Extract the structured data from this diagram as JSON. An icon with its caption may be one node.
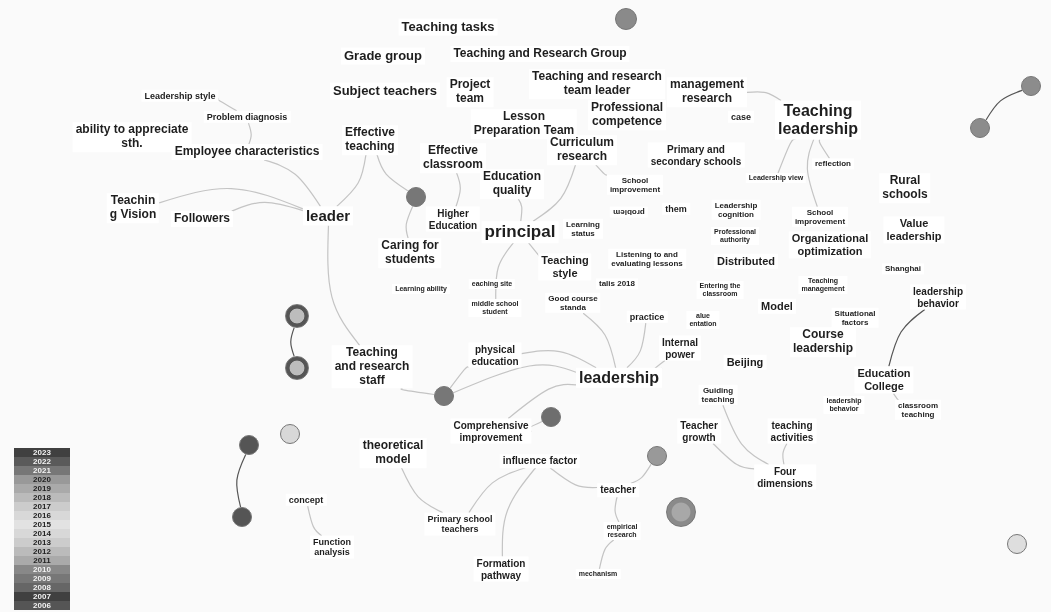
{
  "diagram": {
    "nodes": [
      {
        "text": [
          "Teaching tasks"
        ]
      },
      {
        "text": [
          "Grade group"
        ]
      },
      {
        "text": [
          "Teaching and Research Group"
        ]
      },
      {
        "text": [
          "Subject teachers"
        ]
      },
      {
        "text": [
          "Project team"
        ]
      },
      {
        "text": [
          "Teaching and research team leader"
        ]
      },
      {
        "text": [
          "management research"
        ]
      },
      {
        "text": [
          "Leadership style"
        ]
      },
      {
        "text": [
          "Problem diagnosis"
        ]
      },
      {
        "text": [
          "ability to appreciate sth."
        ]
      },
      {
        "text": [
          "Employee characteristics"
        ]
      },
      {
        "text": [
          "Lesson Preparation Team"
        ]
      },
      {
        "text": [
          "Professional competence"
        ]
      },
      {
        "text": [
          "case"
        ]
      },
      {
        "text": [
          "Teaching leadership"
        ]
      },
      {
        "text": [
          "Effective teaching"
        ]
      },
      {
        "text": [
          "Effective classroom"
        ]
      },
      {
        "text": [
          "Curriculum research"
        ]
      },
      {
        "text": [
          "Primary and secondary schools"
        ]
      },
      {
        "text": [
          "reflection"
        ]
      },
      {
        "text": [
          "Education quality"
        ]
      },
      {
        "text": [
          "School improvement"
        ]
      },
      {
        "text": [
          "Leadership view"
        ]
      },
      {
        "text": [
          "Rural schools"
        ]
      },
      {
        "text": [
          "Teachin g Vision"
        ]
      },
      {
        "text": [
          "Followers"
        ]
      },
      {
        "text": [
          "leader"
        ]
      },
      {
        "text": [
          "Higher Education"
        ]
      },
      {
        "text": [
          "principal"
        ]
      },
      {
        "text": [
          "problem"
        ]
      },
      {
        "text": [
          "them"
        ]
      },
      {
        "text": [
          "Leadership cognition"
        ]
      },
      {
        "text": [
          "School improvement"
        ]
      },
      {
        "text": [
          "Learning status"
        ]
      },
      {
        "text": [
          "Professional authority"
        ]
      },
      {
        "text": [
          "Value leadership"
        ]
      },
      {
        "text": [
          "Organizational optimization"
        ]
      },
      {
        "text": [
          "Caring for students"
        ]
      },
      {
        "text": [
          "Teaching style"
        ]
      },
      {
        "text": [
          "Listening to and evaluating lessons"
        ]
      },
      {
        "text": [
          "Distributed"
        ]
      },
      {
        "text": [
          "Shanghai"
        ]
      },
      {
        "text": [
          "Learning ability"
        ]
      },
      {
        "text": [
          "eaching site"
        ]
      },
      {
        "text": [
          "talis 2018"
        ]
      },
      {
        "text": [
          "Good course standa"
        ]
      },
      {
        "text": [
          "Entering the classroom"
        ]
      },
      {
        "text": [
          "Teaching management"
        ]
      },
      {
        "text": [
          "leadership behavior"
        ]
      },
      {
        "text": [
          "middle school student"
        ]
      },
      {
        "text": [
          "practice"
        ]
      },
      {
        "text": [
          "alue entation"
        ]
      },
      {
        "text": [
          "Model"
        ]
      },
      {
        "text": [
          "Situational factors"
        ]
      },
      {
        "text": [
          "Course leadership"
        ]
      },
      {
        "text": [
          "Internal power"
        ]
      },
      {
        "text": [
          "Teaching and research staff"
        ]
      },
      {
        "text": [
          "physical education"
        ]
      },
      {
        "text": [
          "leadership"
        ]
      },
      {
        "text": [
          "Beijing"
        ]
      },
      {
        "text": [
          "Education College"
        ]
      },
      {
        "text": [
          "Guiding teaching"
        ]
      },
      {
        "text": [
          "leadership behavior"
        ]
      },
      {
        "text": [
          "classroom teaching"
        ]
      },
      {
        "text": [
          "Comprehensive improvement"
        ]
      },
      {
        "text": [
          "Teacher growth"
        ]
      },
      {
        "text": [
          "teaching activities"
        ]
      },
      {
        "text": [
          "theoretical model"
        ]
      },
      {
        "text": [
          "influence factor"
        ]
      },
      {
        "text": [
          "Four dimensions"
        ]
      },
      {
        "text": [
          "concept"
        ]
      },
      {
        "text": [
          "teacher"
        ]
      },
      {
        "text": [
          "Primary school teachers"
        ]
      },
      {
        "text": [
          "empirical research"
        ]
      },
      {
        "text": [
          "Function analysis"
        ]
      },
      {
        "text": [
          "Formation pathway"
        ]
      },
      {
        "text": [
          "mechanism"
        ]
      },
      {
        "text": [],
        "shape": "circle"
      },
      {
        "text": [],
        "shape": "circle"
      },
      {
        "text": [],
        "shape": "circle"
      },
      {
        "text": [],
        "shape": "circle"
      },
      {
        "text": [],
        "shape": "circle"
      },
      {
        "text": [],
        "shape": "circle"
      },
      {
        "text": [],
        "shape": "circle"
      },
      {
        "text": [],
        "shape": "circle"
      },
      {
        "text": [],
        "shape": "circle"
      },
      {
        "text": [],
        "shape": "circle"
      },
      {
        "text": [],
        "shape": "circle"
      },
      {
        "text": [],
        "shape": "circle"
      },
      {
        "text": [],
        "shape": "circle"
      },
      {
        "text": [],
        "shape": "circle"
      }
    ],
    "edges": [
      {
        "from": 78,
        "to": 79,
        "arrow": "none",
        "color": "#555555"
      },
      {
        "from": 80,
        "to": 81,
        "arrow": "none",
        "color": "#555555"
      },
      {
        "from": 83,
        "to": 84,
        "arrow": "none",
        "color": "#555555"
      },
      {
        "from": 8,
        "to": 7,
        "arrow": "none"
      },
      {
        "from": 10,
        "to": 8,
        "arrow": "none"
      },
      {
        "from": 26,
        "to": 10,
        "arrow": "none"
      },
      {
        "from": 26,
        "to": 24,
        "arrow": "none"
      },
      {
        "from": 26,
        "to": 25,
        "arrow": "none"
      },
      {
        "from": 26,
        "to": 15,
        "arrow": "none"
      },
      {
        "from": 26,
        "to": 56,
        "arrow": "none"
      },
      {
        "from": 15,
        "to": 88,
        "arrow": "none"
      },
      {
        "from": 88,
        "to": 37,
        "arrow": "none"
      },
      {
        "from": 28,
        "to": 20,
        "arrow": "none"
      },
      {
        "from": 28,
        "to": 17,
        "arrow": "none"
      },
      {
        "from": 27,
        "to": 16,
        "arrow": "none"
      },
      {
        "from": 28,
        "to": 38,
        "arrow": "none"
      },
      {
        "from": 28,
        "to": 49,
        "arrow": "none"
      },
      {
        "from": 17,
        "to": 21,
        "arrow": "none"
      },
      {
        "from": 14,
        "to": 22,
        "arrow": "none"
      },
      {
        "from": 14,
        "to": 19,
        "arrow": "none"
      },
      {
        "from": 14,
        "to": 6,
        "arrow": "none"
      },
      {
        "from": 14,
        "to": 32,
        "arrow": "none"
      },
      {
        "from": 58,
        "to": 50,
        "arrow": "none"
      },
      {
        "from": 58,
        "to": 55,
        "arrow": "none"
      },
      {
        "from": 58,
        "to": 57,
        "arrow": "none"
      },
      {
        "from": 58,
        "to": 89,
        "arrow": "none"
      },
      {
        "from": 58,
        "to": 64,
        "arrow": "none"
      },
      {
        "from": 58,
        "to": 45,
        "arrow": "none"
      },
      {
        "from": 56,
        "to": 89,
        "arrow": "none"
      },
      {
        "from": 57,
        "to": 89,
        "arrow": "none"
      },
      {
        "from": 68,
        "to": 72,
        "arrow": "none"
      },
      {
        "from": 68,
        "to": 75,
        "arrow": "none"
      },
      {
        "from": 68,
        "to": 71,
        "arrow": "none"
      },
      {
        "from": 67,
        "to": 72,
        "arrow": "none"
      },
      {
        "from": 70,
        "to": 74,
        "arrow": "none"
      },
      {
        "from": 71,
        "to": 90,
        "arrow": "none"
      },
      {
        "from": 71,
        "to": 73,
        "arrow": "none"
      },
      {
        "from": 73,
        "to": 76,
        "arrow": "none"
      },
      {
        "from": 48,
        "to": 60,
        "arrow": "none",
        "color": "#555555"
      },
      {
        "from": 60,
        "to": 63,
        "arrow": "none"
      },
      {
        "from": 65,
        "to": 69,
        "arrow": "none"
      },
      {
        "from": 66,
        "to": 69,
        "arrow": "none"
      },
      {
        "from": 61,
        "to": 69,
        "arrow": "none"
      },
      {
        "from": 64,
        "to": 87,
        "arrow": "none"
      }
    ],
    "legend": [
      {
        "text": "2023",
        "color": "#404040"
      },
      {
        "text": "2022",
        "color": "#5a5a5a"
      },
      {
        "text": "2021",
        "color": "#777777"
      },
      {
        "text": "2020",
        "color": "#999999"
      },
      {
        "text": "2019",
        "color": "#aaaaaa"
      },
      {
        "text": "2018",
        "color": "#bbbbbb"
      },
      {
        "text": "2017",
        "color": "#cccccc"
      },
      {
        "text": "2016",
        "color": "#d8d8d8"
      },
      {
        "text": "2015",
        "color": "#e2e2e2"
      },
      {
        "text": "2014",
        "color": "#d8d8d8"
      },
      {
        "text": "2013",
        "color": "#cccccc"
      },
      {
        "text": "2012",
        "color": "#bbbbbb"
      },
      {
        "text": "2011",
        "color": "#aaaaaa"
      },
      {
        "text": "2010",
        "color": "#888888"
      },
      {
        "text": "2009",
        "color": "#777777"
      },
      {
        "text": "2008",
        "color": "#666666"
      },
      {
        "text": "2007",
        "color": "#404040"
      },
      {
        "text": "2006",
        "color": "#555555"
      }
    ]
  }
}
